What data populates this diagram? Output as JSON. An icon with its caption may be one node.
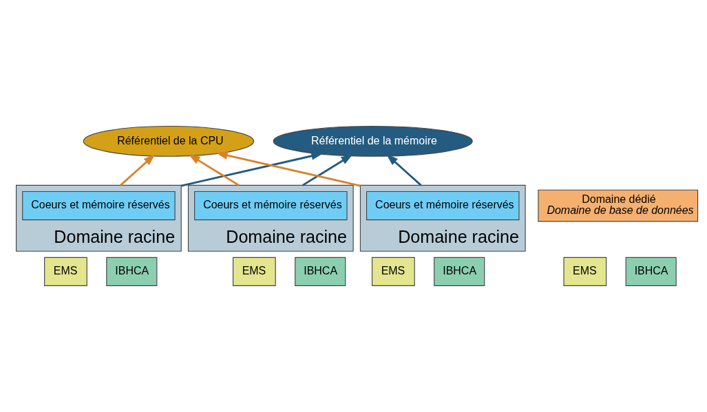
{
  "diagram": {
    "nodes": [
      {
        "text": [
          "Référentiel de la CPU"
        ]
      },
      {
        "text": [
          "Référentiel de la mémoire"
        ]
      },
      {
        "text": [
          "Domaine dédié",
          "Domaine de base de données"
        ]
      },
      {
        "text": [
          "EMS"
        ]
      },
      {
        "text": [
          "IBHCA"
        ]
      },
      {
        "text": [
          "Domaine racine"
        ]
      },
      {
        "text": [
          "Coeurs et mémoire réservés"
        ],
        "in": 5
      },
      {
        "text": [
          "EMS"
        ]
      },
      {
        "text": [
          "IBHCA"
        ]
      },
      {
        "text": [
          "Domaine racine"
        ]
      },
      {
        "text": [
          "Coeurs et mémoire réservés"
        ],
        "in": 9
      },
      {
        "text": [
          "EMS"
        ]
      },
      {
        "text": [
          "IBHCA"
        ]
      },
      {
        "text": [
          "Domaine racine"
        ]
      },
      {
        "text": [
          "Coeurs et mémoire réservés"
        ],
        "in": 13
      },
      {
        "text": [
          "EMS"
        ]
      },
      {
        "text": [
          "IBHCA"
        ]
      }
    ],
    "edges": [
      {
        "from": 5,
        "to": 0,
        "arrow": "to",
        "color": "#d9822b"
      },
      {
        "from": 5,
        "to": 1,
        "arrow": "to",
        "color": "#245b80"
      },
      {
        "from": 9,
        "to": 0,
        "arrow": "to",
        "color": "#d9822b"
      },
      {
        "from": 9,
        "to": 1,
        "arrow": "to",
        "color": "#245b80"
      },
      {
        "from": 13,
        "to": 0,
        "arrow": "to",
        "color": "#d9822b"
      },
      {
        "from": 13,
        "to": 1,
        "arrow": "to",
        "color": "#245b80"
      }
    ]
  }
}
